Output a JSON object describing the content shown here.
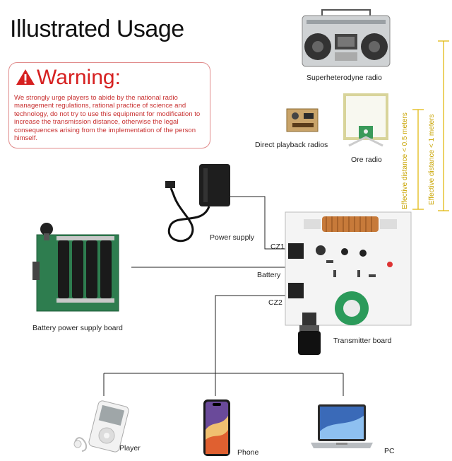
{
  "title": "Illustrated Usage",
  "warning": {
    "heading": "Warning:",
    "text": "We strongly urge players to abide by the national radio management regulations, rational practice of science and technology, do not try to use this equipment for modification to increase the transmission distance, otherwise the legal consequences arising from the implementation of the person himself."
  },
  "labels": {
    "superheterodyne": "Superheterodyne radio",
    "direct_playback": "Direct playback radios",
    "ore_radio": "Ore radio",
    "power_supply": "Power supply",
    "battery_board": "Battery power supply board",
    "transmitter": "Transmitter board",
    "cz1": "CZ1",
    "battery": "Battery",
    "cz2": "CZ2",
    "player": "Player",
    "phone": "Phone",
    "pc": "PC"
  },
  "distances": {
    "short": "Effective distance < 0.5 meters",
    "long": "Effective distance < 1 meters"
  },
  "colors": {
    "accent_yellow": "#e0b400",
    "warning_red": "#d62020",
    "line": "#222222",
    "board_green": "#2e7d4f"
  }
}
